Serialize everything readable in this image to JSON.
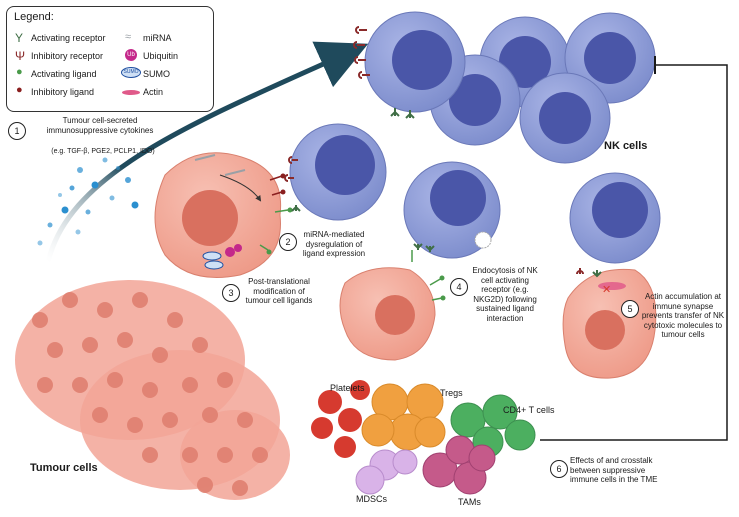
{
  "legend": {
    "title": "Legend:",
    "items": [
      {
        "label": "Activating receptor",
        "icon": "activating-receptor-icon",
        "color": "#3f6e45"
      },
      {
        "label": "Inhibitory receptor",
        "icon": "inhibitory-receptor-icon",
        "color": "#8a2a2a"
      },
      {
        "label": "Activating ligand",
        "icon": "activating-ligand-icon",
        "color": "#4a9a4a"
      },
      {
        "label": "Inhibitory ligand",
        "icon": "inhibitory-ligand-icon",
        "color": "#8a1f1f"
      },
      {
        "label": "miRNA",
        "icon": "mirna-icon",
        "color": "#9aa0a6"
      },
      {
        "label": "Ubiquitin",
        "icon": "ubiquitin-icon",
        "color": "#c4288a",
        "glyph": "Ub"
      },
      {
        "label": "SUMO",
        "icon": "sumo-icon",
        "color": "#1f4fa0",
        "glyph": "SUMO"
      },
      {
        "label": "Actin",
        "icon": "actin-icon",
        "color": "#e05a8a"
      }
    ]
  },
  "steps": [
    {
      "num": "1",
      "text": "Tumour cell-secreted immunosuppressive cytokines",
      "sub": "(e.g. TGF-β, PGE2, PCLP1, IDO)"
    },
    {
      "num": "2",
      "text": "miRNA-mediated dysregulation of ligand expression"
    },
    {
      "num": "3",
      "text": "Post-translational modification of tumour cell ligands"
    },
    {
      "num": "4",
      "text": "Endocytosis of NK cell activating receptor (e.g. NKG2D) following sustained ligand interaction"
    },
    {
      "num": "5",
      "text": "Actin accumulation at immune synapse prevents transfer of NK cytotoxic molecules to tumour cells"
    },
    {
      "num": "6",
      "text": "Effects of and crosstalk between suppressive immune cells in the TME"
    }
  ],
  "labels": {
    "nk_cells": "NK cells",
    "tumour_cells": "Tumour cells",
    "platelets": "Platelets",
    "tregs": "Tregs",
    "cd4": "CD4+ T cells",
    "mdscs": "MDSCs",
    "tams": "TAMs"
  },
  "colors": {
    "nk_cell": "#8a98d4",
    "nk_nucleus": "#4a56a8",
    "tumour_cell": "#f2a596",
    "tumour_nucleus": "#d9705f",
    "arrow": "#1f4a5c",
    "platelet": "#d63a2f",
    "treg": "#f0a040",
    "cd4": "#4caf60",
    "mdsc": "#d9b3e8",
    "tam": "#c55a8a",
    "cytokine": "#2b8fcf"
  }
}
